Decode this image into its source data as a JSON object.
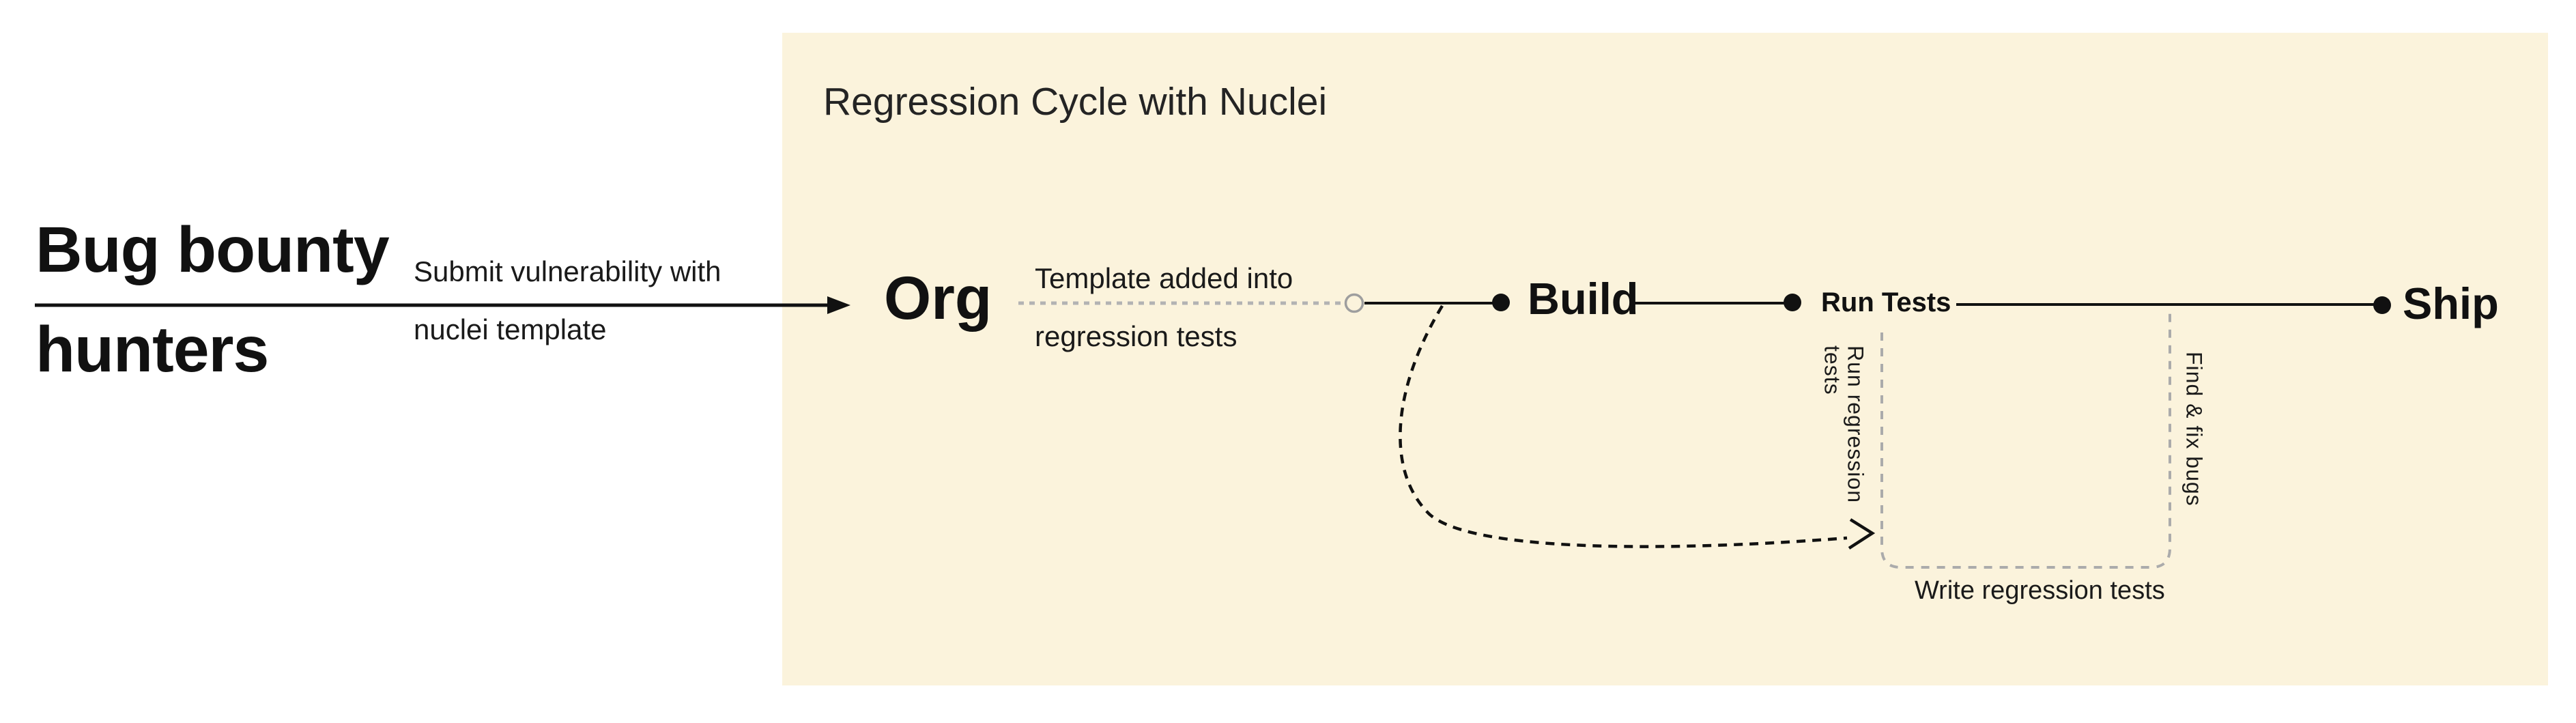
{
  "colors": {
    "page_bg": "#ffffff",
    "panel_bg": "#FBF3DC",
    "ink": "#111111",
    "muted_gray": "#b3b3b3"
  },
  "left_section": {
    "heading_line1": "Bug bounty",
    "heading_line2": "hunters",
    "arrow_label_line1": "Submit vulnerability with",
    "arrow_label_line2": "nuclei template"
  },
  "panel": {
    "title": "Regression Cycle with Nuclei",
    "org_node": "Org",
    "org_arrow_label_line1": "Template added into",
    "org_arrow_label_line2": "regression tests",
    "nodes": [
      {
        "label": "Build"
      },
      {
        "label": "Run Tests"
      },
      {
        "label": "Ship"
      }
    ],
    "loop": {
      "run_regression_line1": "Run regression",
      "run_regression_line2": "tests",
      "find_fix_label": "Find & fix bugs",
      "bracket_label": "Write regression tests"
    }
  }
}
